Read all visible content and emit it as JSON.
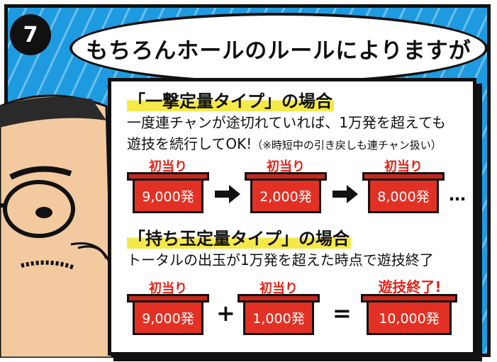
{
  "panel_number": "7",
  "bubble_text": "もちろんホールのルールによりますが",
  "section1": {
    "heading": "「一撃定量タイプ」の場合",
    "line1": "一度連チャンが途切れていれば、1万発を超えても",
    "line2_main": "遊技を続行してOK!",
    "line2_note": "（※時短中の引き戻しも連チャン扱い）",
    "flow": [
      {
        "label": "初当り",
        "value": "9,000発"
      },
      {
        "label": "初当り",
        "value": "2,000発"
      },
      {
        "label": "初当り",
        "value": "8,000発"
      }
    ],
    "continuation": "…"
  },
  "section2": {
    "heading": "「持ち玉定量タイプ」の場合",
    "line1": "トータルの出玉が1万発を超えた時点で遊技終了",
    "flow": [
      {
        "label": "初当り",
        "value": "9,000発"
      },
      {
        "label": "初当り",
        "value": "1,000発"
      }
    ],
    "plus": "+",
    "equals": "=",
    "result_label": "遊技終了!",
    "result_value": "10,000発"
  },
  "colors": {
    "panel_blue": "#1e9be0",
    "tray_red": "#e23124",
    "label_red": "#e0251b",
    "highlight_yellow": "#f5e94a"
  }
}
